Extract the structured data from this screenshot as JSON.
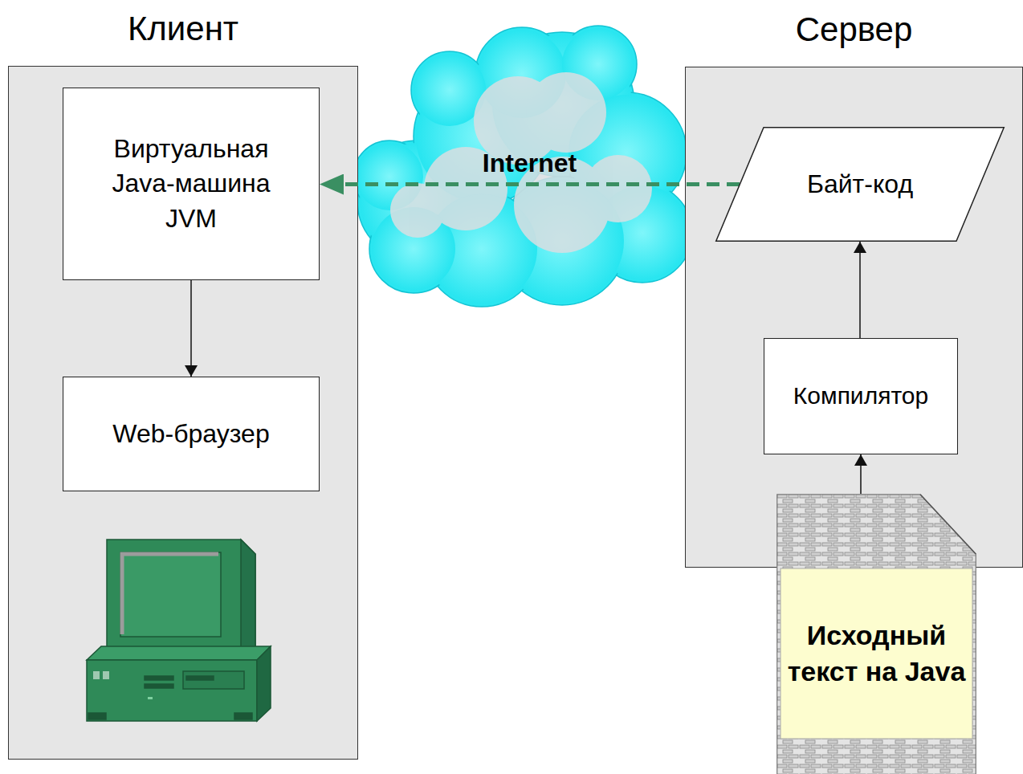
{
  "diagram": {
    "nodes": [
      {
        "text": [
          "Клиент"
        ]
      },
      {
        "text": [
          "Виртуальная Java-машина JVM"
        ],
        "in": 0
      },
      {
        "text": [
          "Web-браузер"
        ],
        "in": 0
      },
      {
        "text": [
          "Сервер"
        ]
      },
      {
        "text": [
          "Байт-код"
        ],
        "in": 3
      },
      {
        "text": [
          "Компилятор"
        ],
        "in": 3
      },
      {
        "text": [
          "Исходный текст на Java"
        ]
      }
    ],
    "edges": [
      {
        "from": 1,
        "to": 2,
        "arrow": "to"
      },
      {
        "from": 4,
        "to": 1,
        "label": "Internet",
        "arrow": "to"
      },
      {
        "from": 5,
        "to": 4,
        "arrow": "to"
      },
      {
        "from": 6,
        "to": 5,
        "arrow": "to"
      }
    ]
  }
}
